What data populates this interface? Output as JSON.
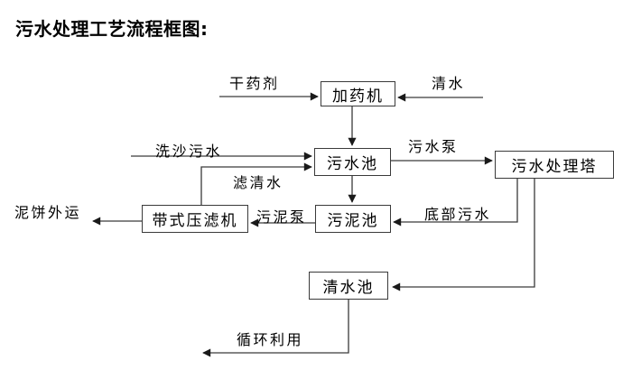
{
  "title": "污水处理工艺流程框图:",
  "diagram": {
    "nodes": {
      "dosing_machine": "加药机",
      "sewage_pool": "污水池",
      "treatment_tower": "污水处理塔",
      "sludge_pool": "污泥池",
      "belt_filter_press": "带式压滤机",
      "clear_water_pool": "清水池"
    },
    "flow_labels": {
      "dry_agent": "干药剂",
      "clear_water": "清水",
      "sand_washing_sewage": "洗沙污水",
      "sewage_pump": "污水泵",
      "filtered_water": "滤清水",
      "sludge_pump": "污泥泵",
      "bottom_sewage": "底部污水",
      "mud_cake_out": "泥饼外运",
      "recycle_use": "循环利用"
    },
    "colors": {
      "line": "#3a3a3a",
      "arrowhead": "#1a1a1a",
      "text": "#000000",
      "background": "#ffffff"
    }
  }
}
